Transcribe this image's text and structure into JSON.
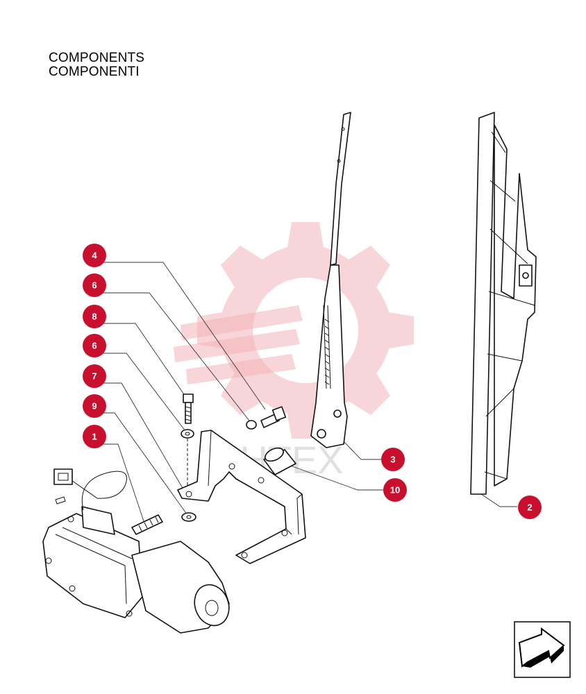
{
  "heading": {
    "line1": "COMPONENTS",
    "line2": "COMPONENTI"
  },
  "watermark": {
    "text": "ИНТЕХ",
    "color": "#f3b2b8"
  },
  "callout_color": "#c8102e",
  "callouts": [
    {
      "id": "c4",
      "label": "4"
    },
    {
      "id": "c6a",
      "label": "6"
    },
    {
      "id": "c8",
      "label": "8"
    },
    {
      "id": "c6b",
      "label": "6"
    },
    {
      "id": "c7",
      "label": "7"
    },
    {
      "id": "c9",
      "label": "9"
    },
    {
      "id": "c1",
      "label": "1"
    },
    {
      "id": "c3",
      "label": "3"
    },
    {
      "id": "c10",
      "label": "10"
    },
    {
      "id": "c2",
      "label": "2"
    }
  ],
  "nav_icon": "back-arrow-icon"
}
